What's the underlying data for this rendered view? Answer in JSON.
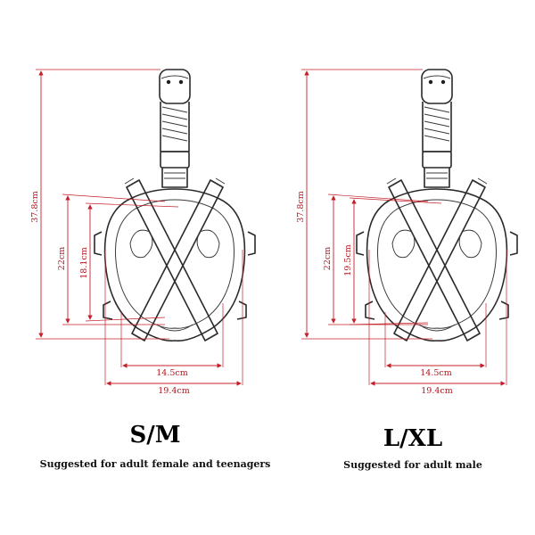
{
  "panels": [
    {
      "size": "S/M",
      "caption": "Suggested for adult female and teenagers",
      "dims": {
        "total_height": "37.8cm",
        "frame_height": "22cm",
        "visor_height": "18.1cm",
        "visor_width": "14.5cm",
        "frame_width": "19.4cm"
      }
    },
    {
      "size": "L/XL",
      "caption": "Suggested for adult male",
      "dims": {
        "total_height": "37.8cm",
        "frame_height": "22cm",
        "visor_height": "19.5cm",
        "visor_width": "14.5cm",
        "frame_width": "19.4cm"
      }
    }
  ],
  "colors": {
    "dimension": "#c4202a",
    "outline": "#2a2a2a"
  },
  "icons": {
    "product": "full-face-snorkel-mask-icon"
  }
}
